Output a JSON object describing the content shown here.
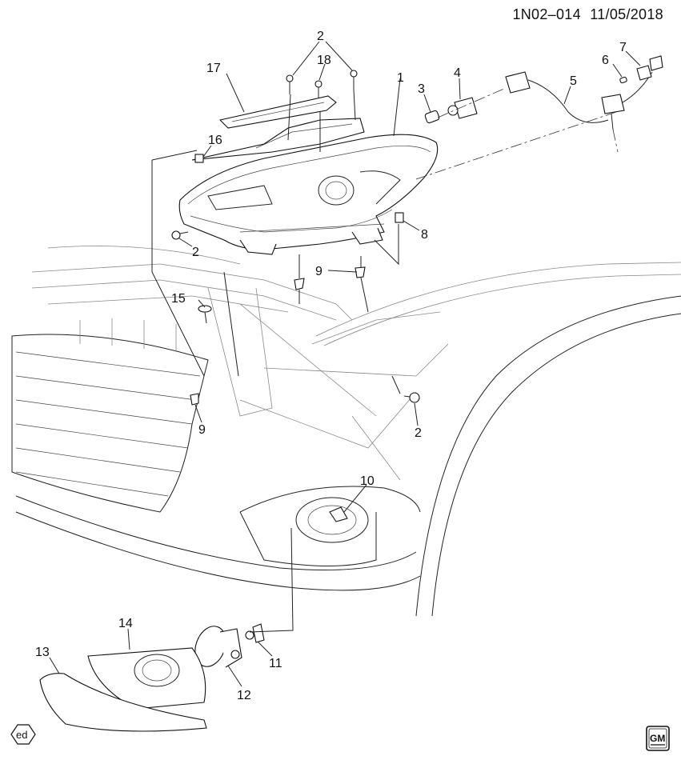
{
  "header": {
    "code": "1N02–014",
    "date": "11/05/2018"
  },
  "callouts": {
    "c1": "1",
    "c2a": "2",
    "c2b": "2",
    "c2c": "2",
    "c3": "3",
    "c4": "4",
    "c5": "5",
    "c6": "6",
    "c7": "7",
    "c8": "8",
    "c9a": "9",
    "c9b": "9",
    "c10": "10",
    "c11": "11",
    "c12": "12",
    "c13": "13",
    "c14": "14",
    "c15": "15",
    "c16": "16",
    "c17": "17",
    "c18": "18"
  },
  "badges": {
    "ed": "ed",
    "gm": "GM"
  }
}
